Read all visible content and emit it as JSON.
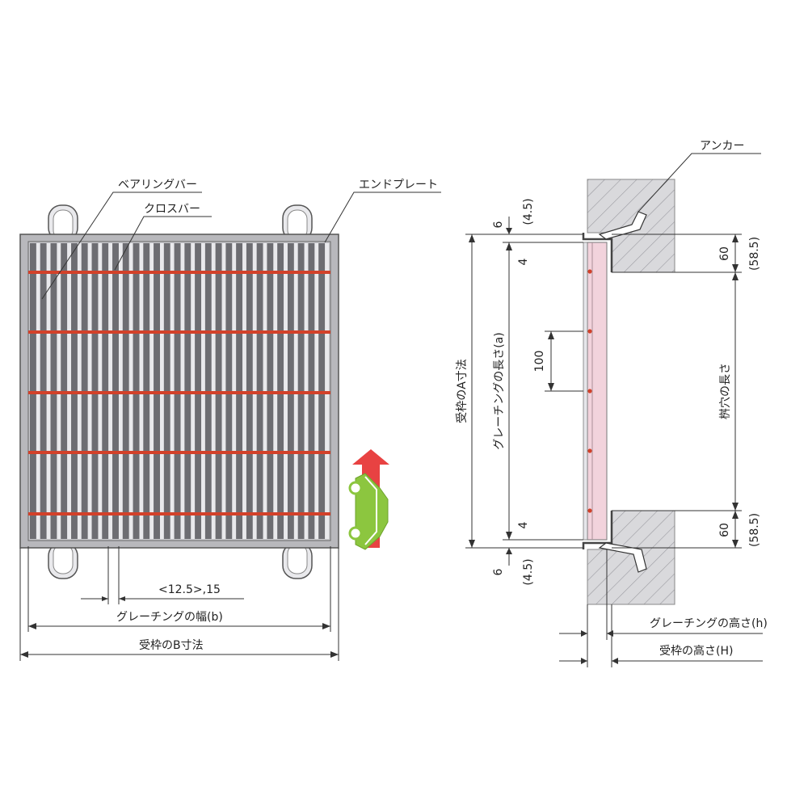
{
  "colors": {
    "frame_fill": "#b8b8bc",
    "bar_dark": "#6d6d72",
    "bar_light": "#e9e9ec",
    "cross_bar": "#d2412a",
    "concrete": "#d9d9dc",
    "grating_side": "#f2d3dc",
    "car": "#8cc63f",
    "arrow_red": "#e62e2e"
  },
  "labels": {
    "bearing_bar": "ベアリングバー",
    "cross_bar": "クロスバー",
    "end_plate": "エンドプレート",
    "anchor": "アンカー",
    "pitch": "<12.5>,15",
    "grating_width": "グレーチングの幅(b)",
    "frame_b": "受枠のB寸法",
    "frame_a": "受枠のA寸法",
    "grating_length": "グレーチングの長さ(a)",
    "pit_length": "桝穴の長さ",
    "grating_height": "グレーチングの高さ(h)",
    "frame_height": "受枠の高さ(H)"
  },
  "dims": {
    "top_gap": "6",
    "top_gap_alt": "(4.5)",
    "bottom_gap": "6",
    "bottom_gap_alt": "(4.5)",
    "inner_top": "4",
    "inner_bottom": "4",
    "cross_pitch": "100",
    "top_seat": "60",
    "top_seat_alt": "(58.5)",
    "bottom_seat": "60",
    "bottom_seat_alt": "(58.5)"
  }
}
